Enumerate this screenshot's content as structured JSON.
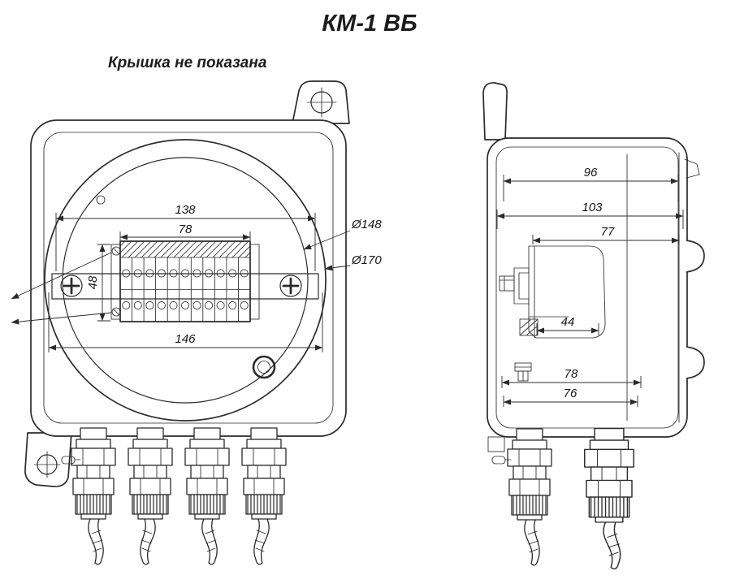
{
  "title": "КМ-1 ВБ",
  "note": "Крышка не показана",
  "front_view": {
    "dims": {
      "width_top": "138",
      "terminal_width": "78",
      "terminal_height": "48",
      "width_bottom": "146",
      "dia_inner": "Ø148",
      "dia_outer": "Ø170"
    }
  },
  "side_view": {
    "dims": {
      "depth_96": "96",
      "depth_103": "103",
      "depth_77": "77",
      "depth_44": "44",
      "depth_78": "78",
      "depth_76": "76"
    }
  }
}
